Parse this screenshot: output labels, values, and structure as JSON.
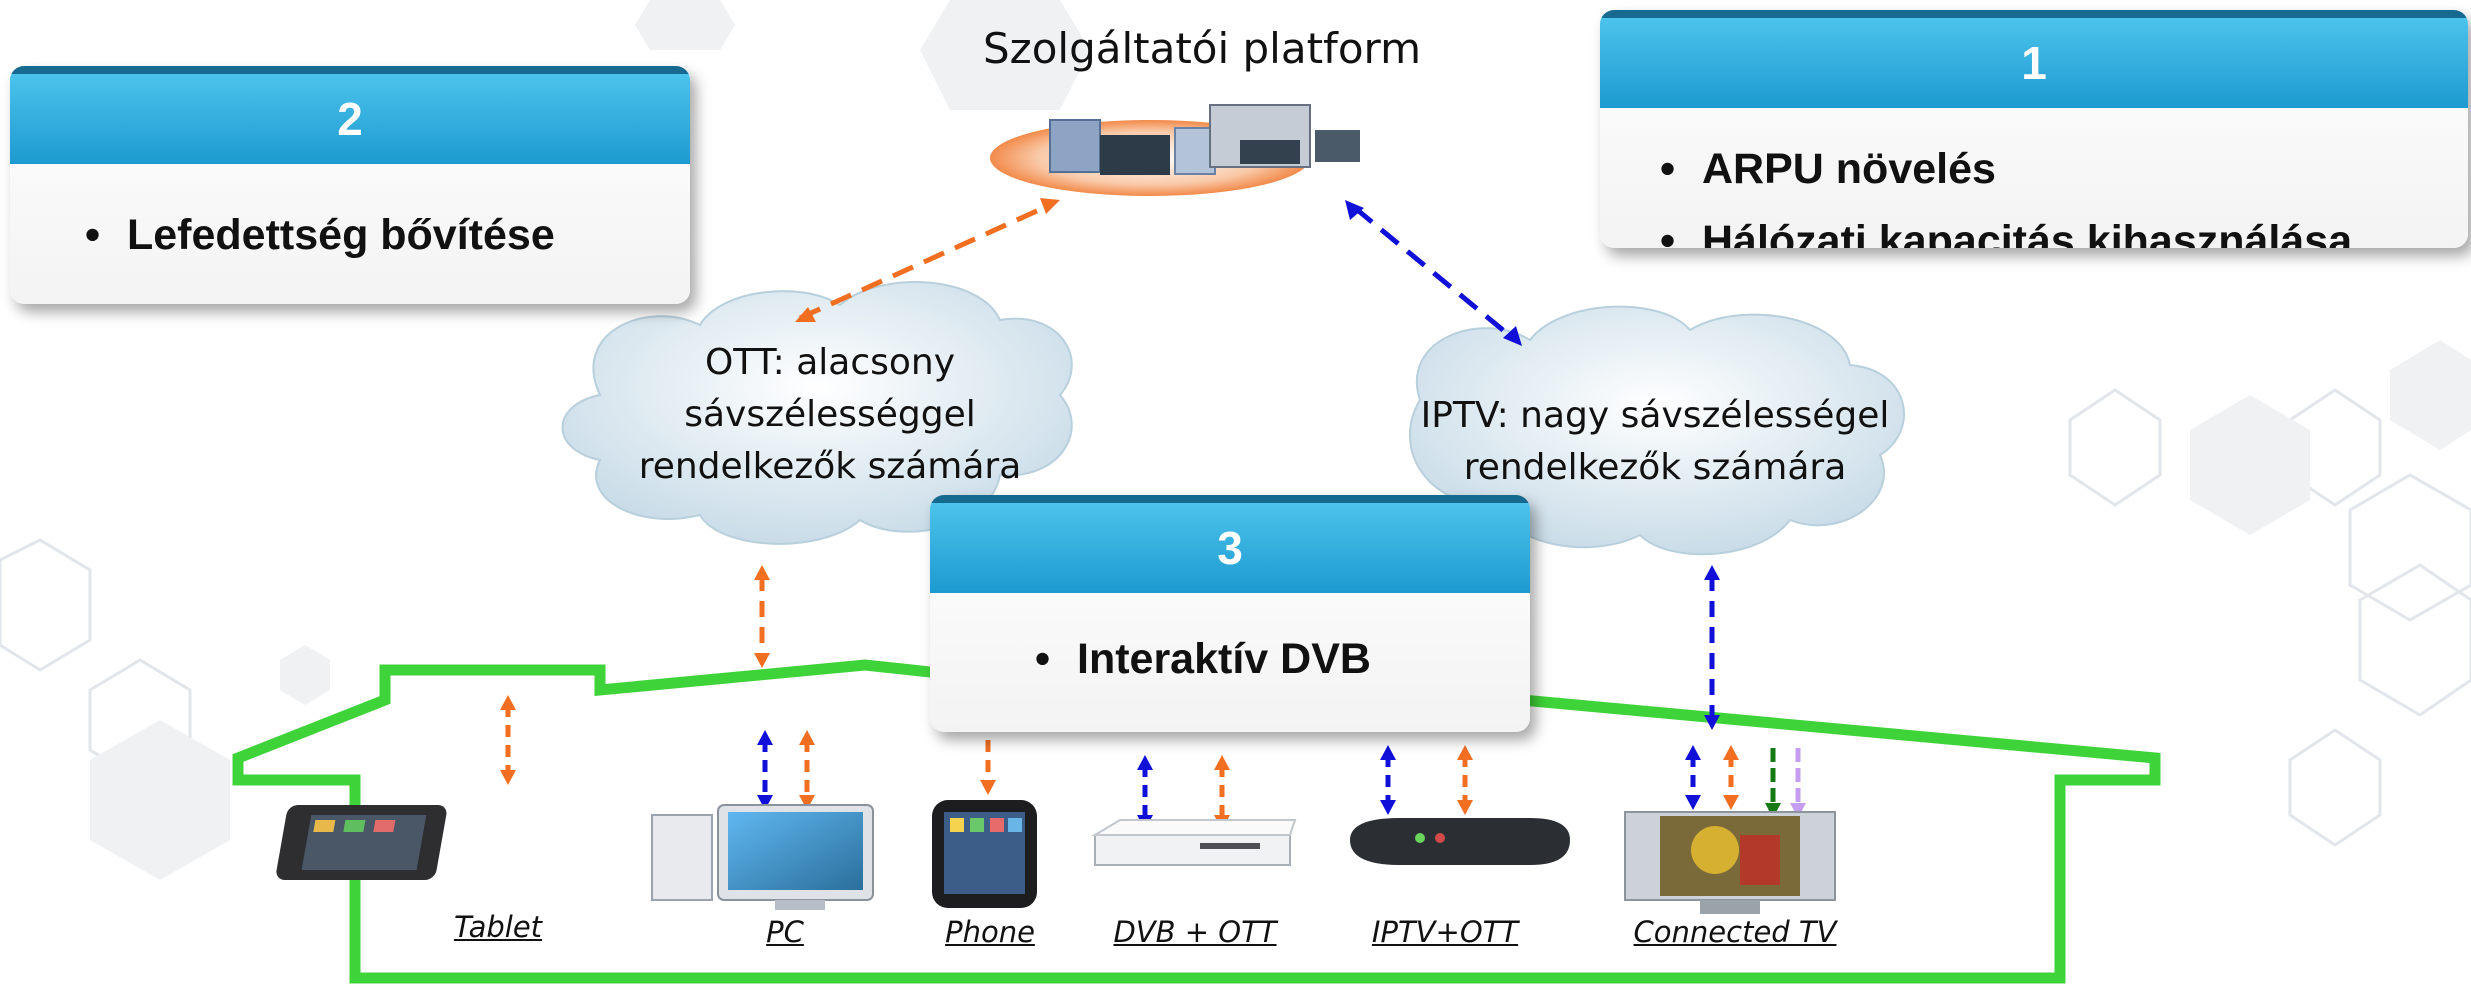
{
  "platform": {
    "title": "Szolgáltatói platform"
  },
  "boxes": [
    {
      "number": "1",
      "bullets": [
        "ARPU növelés",
        "Hálózati kapacitás kihasználása"
      ]
    },
    {
      "number": "2",
      "bullets": [
        "Lefedettség bővítése"
      ]
    },
    {
      "number": "3",
      "bullets": [
        "Interaktív DVB"
      ]
    }
  ],
  "clouds": {
    "ott": [
      "OTT: alacsony",
      "sávszélességgel",
      "rendelkezők számára"
    ],
    "iptv": [
      "IPTV: nagy sávszélességel",
      "rendelkezők számára"
    ]
  },
  "devices": [
    {
      "label": "Tablet",
      "icon": "tablet-icon"
    },
    {
      "label": "PC",
      "icon": "pc-icon"
    },
    {
      "label": "Phone",
      "icon": "phone-icon"
    },
    {
      "label": "DVB + OTT",
      "icon": "settop-box-icon"
    },
    {
      "label": "IPTV+OTT",
      "icon": "iptv-box-icon"
    },
    {
      "label": "Connected TV",
      "icon": "tv-icon"
    }
  ],
  "colors": {
    "header": "#1d9ad0",
    "house": "#3fd33a",
    "ott_arrow": "#f26f22",
    "iptv_arrow": "#1010d8",
    "green_arrow": "#157a15",
    "lilac_arrow": "#c49cf0"
  }
}
